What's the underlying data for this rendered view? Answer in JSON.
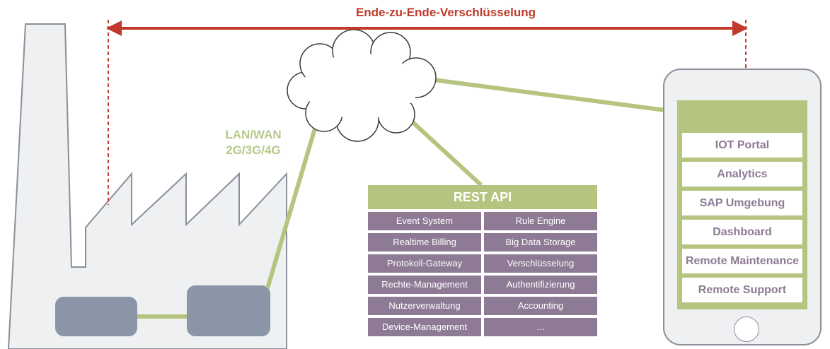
{
  "header": {
    "title": "Ende-zu-Ende-Verschlüsselung"
  },
  "network": {
    "line1": "LAN/WAN",
    "line2": "2G/3G/4G"
  },
  "api": {
    "title": "REST API",
    "rows": [
      [
        "Event System",
        "Rule Engine"
      ],
      [
        "Realtime Billing",
        "Big Data Storage"
      ],
      [
        "Protokoll-Gateway",
        "Verschlüsselung"
      ],
      [
        "Rechte-Management",
        "Authentifizierung"
      ],
      [
        "Nutzerverwaltung",
        "Accounting"
      ],
      [
        "Device-Management",
        "..."
      ]
    ]
  },
  "phone": {
    "items": [
      "IOT Portal",
      "Analytics",
      "SAP Umgebung",
      "Dashboard",
      "Remote Maintenance",
      "Remote Support"
    ]
  },
  "colors": {
    "accent_red": "#c0392b",
    "line_green": "#b5c47e",
    "api_purple": "#8e7a95",
    "factory_fill": "#eef0f2",
    "device_blue": "#8a95a8"
  }
}
